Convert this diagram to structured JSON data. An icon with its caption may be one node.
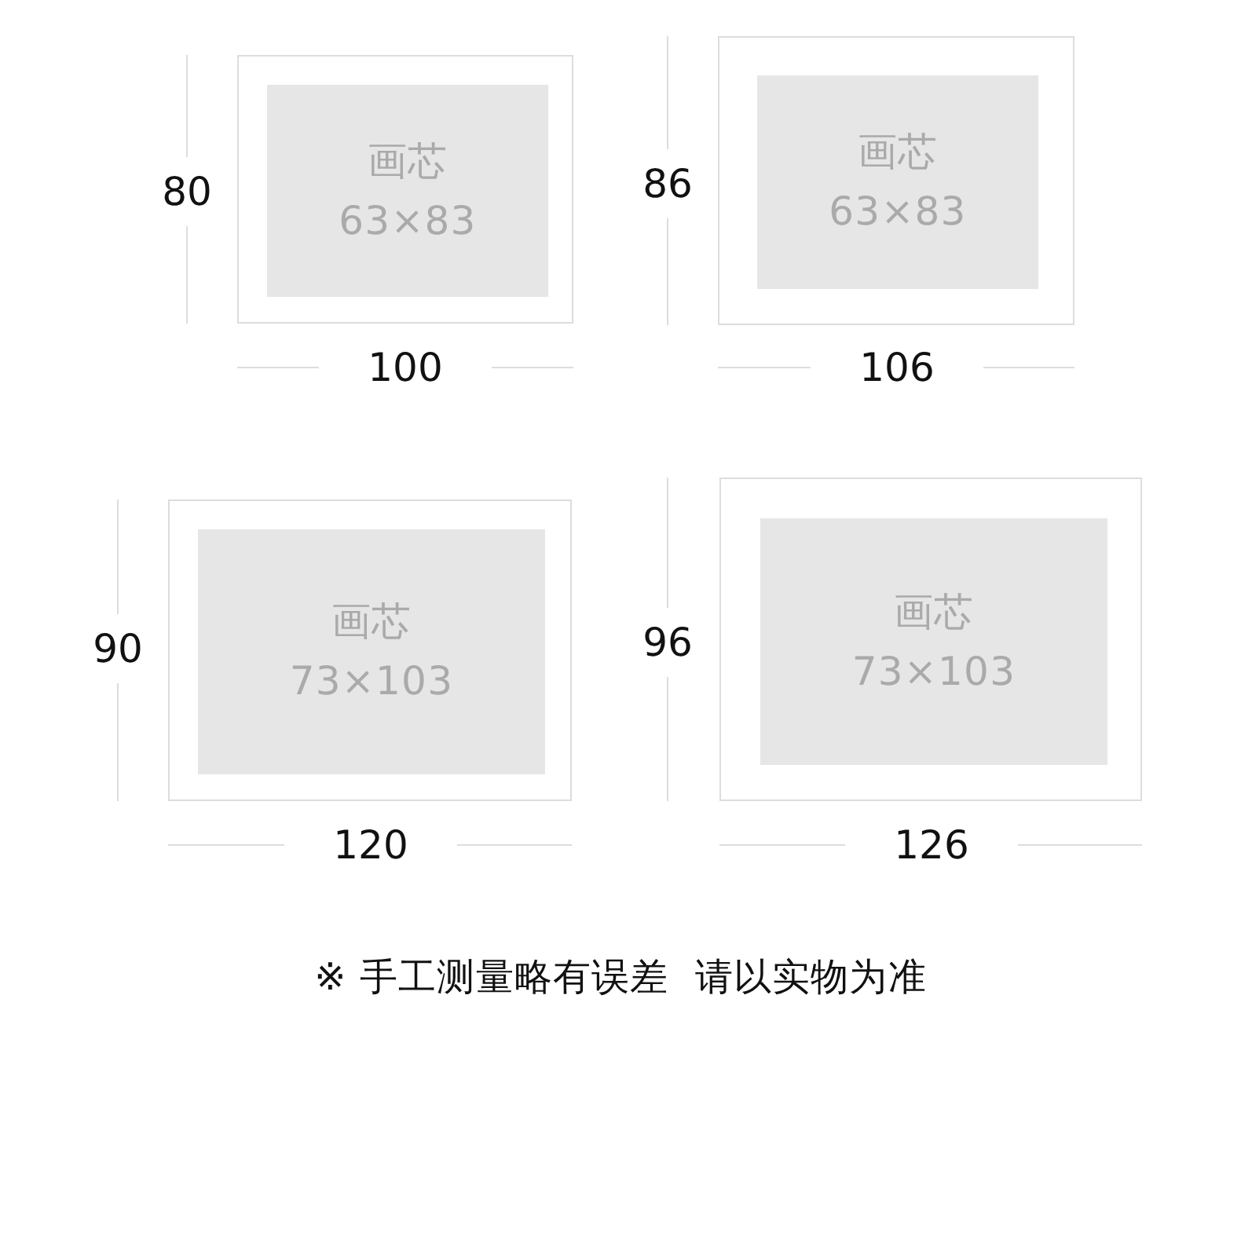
{
  "diagram": {
    "nodes": [
      {
        "text": [],
        "shape": "box"
      },
      {
        "text": [
          "画芯",
          "63×83"
        ],
        "in": 0
      },
      {
        "text": [],
        "shape": "box"
      },
      {
        "text": [
          "画芯",
          "63×83"
        ],
        "in": 2
      },
      {
        "text": [],
        "shape": "box"
      },
      {
        "text": [
          "画芯",
          "73×103"
        ],
        "in": 4
      },
      {
        "text": [],
        "shape": "box"
      },
      {
        "text": [
          "画芯",
          "73×103"
        ],
        "in": 6
      }
    ],
    "labels": [
      "80",
      "86",
      "100",
      "106",
      "90",
      "96",
      "120",
      "126",
      "※ 手工测量略有误差  请以实物为准"
    ]
  }
}
